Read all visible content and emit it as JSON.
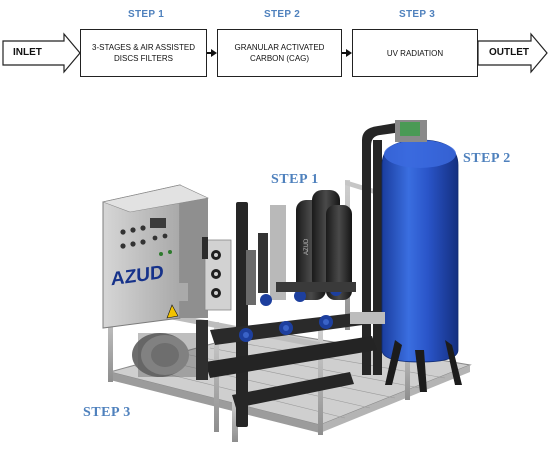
{
  "flow": {
    "inlet": "INLET",
    "outlet": "OUTLET",
    "steps": [
      {
        "step": "STEP 1",
        "text": "3-STAGES & AIR ASSISTED DISCS FILTERS"
      },
      {
        "step": "STEP 2",
        "text": "GRANULAR ACTIVATED CARBON (CAG)"
      },
      {
        "step": "STEP 3",
        "text": "UV RADIATION"
      }
    ]
  },
  "picture": {
    "labels": {
      "step1": "STEP 1",
      "step2": "STEP 2",
      "step3": "STEP 3"
    },
    "brand": "AZUD",
    "colors": {
      "tank": "#2a55c9",
      "frame": "#b8b8b8",
      "cabinet": "#c9c9c9",
      "pipe": "#2a2a2a",
      "label": "#4f81bd"
    }
  }
}
